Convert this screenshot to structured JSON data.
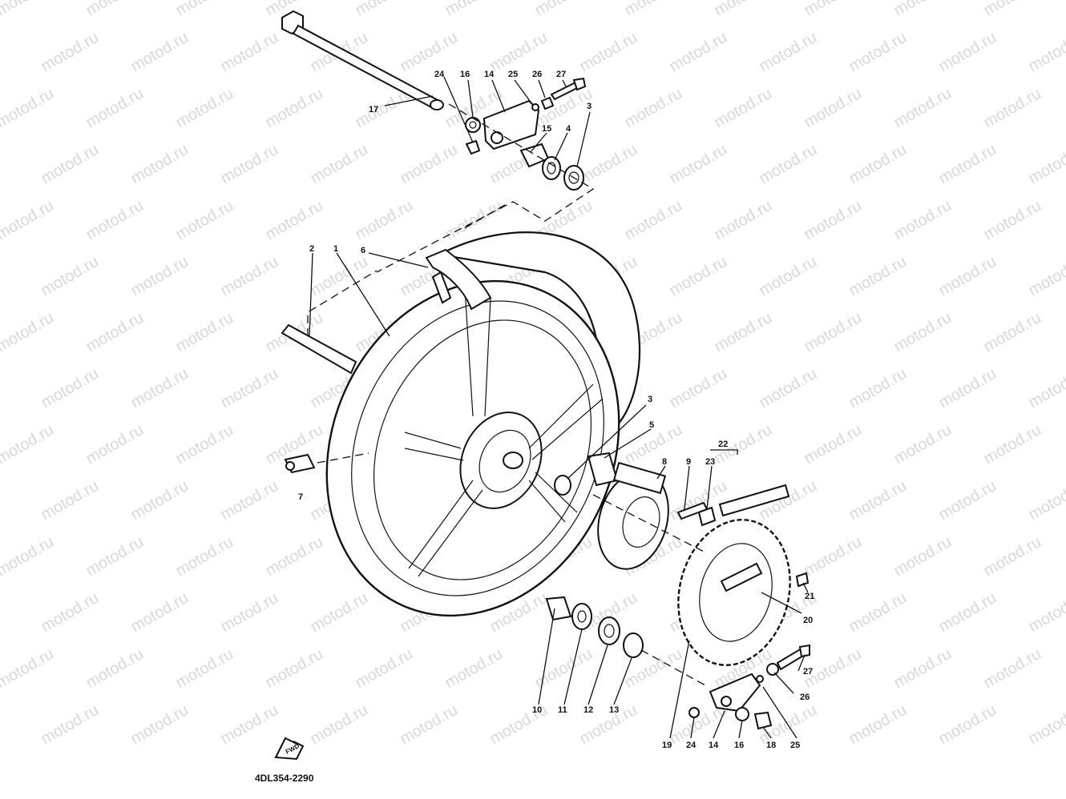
{
  "diagram": {
    "code": "4DL354-2290",
    "watermark": "motod.ru",
    "fwd": "FWD",
    "callouts": [
      {
        "id": "c17",
        "text": "17"
      },
      {
        "id": "c24a",
        "text": "24"
      },
      {
        "id": "c16a",
        "text": "16"
      },
      {
        "id": "c14a",
        "text": "14"
      },
      {
        "id": "c25a",
        "text": "25"
      },
      {
        "id": "c26a",
        "text": "26"
      },
      {
        "id": "c27a",
        "text": "27"
      },
      {
        "id": "c15",
        "text": "15"
      },
      {
        "id": "c4",
        "text": "4"
      },
      {
        "id": "c3a",
        "text": "3"
      },
      {
        "id": "c2",
        "text": "2"
      },
      {
        "id": "c1",
        "text": "1"
      },
      {
        "id": "c6",
        "text": "6"
      },
      {
        "id": "c3b",
        "text": "3"
      },
      {
        "id": "c5",
        "text": "5"
      },
      {
        "id": "c22",
        "text": "22"
      },
      {
        "id": "c23",
        "text": "23"
      },
      {
        "id": "c8",
        "text": "8"
      },
      {
        "id": "c9",
        "text": "9"
      },
      {
        "id": "c7",
        "text": "7"
      },
      {
        "id": "c21",
        "text": "21"
      },
      {
        "id": "c20",
        "text": "20"
      },
      {
        "id": "c27b",
        "text": "27"
      },
      {
        "id": "c26b",
        "text": "26"
      },
      {
        "id": "c10",
        "text": "10"
      },
      {
        "id": "c11",
        "text": "11"
      },
      {
        "id": "c12",
        "text": "12"
      },
      {
        "id": "c13",
        "text": "13"
      },
      {
        "id": "c19",
        "text": "19"
      },
      {
        "id": "c24b",
        "text": "24"
      },
      {
        "id": "c14b",
        "text": "14"
      },
      {
        "id": "c16b",
        "text": "16"
      },
      {
        "id": "c18",
        "text": "18"
      },
      {
        "id": "c25b",
        "text": "25"
      }
    ]
  }
}
